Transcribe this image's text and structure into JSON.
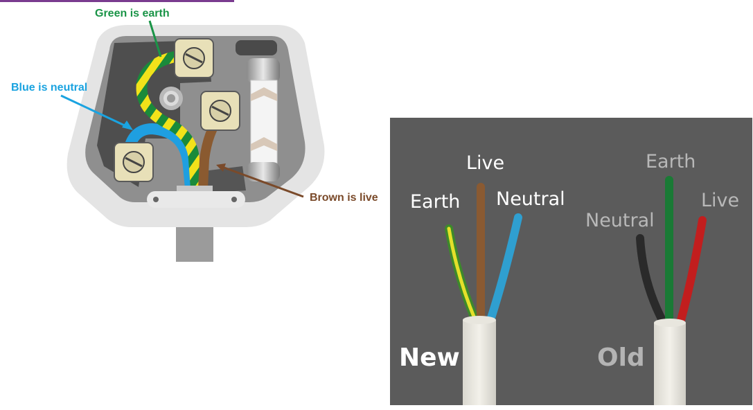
{
  "plug_diagram": {
    "labels": {
      "earth": "Green is earth",
      "neutral": "Blue is neutral",
      "live": "Brown is live"
    },
    "colors": {
      "earth_label": "#1a9447",
      "neutral_label": "#1aa3e0",
      "live_label": "#7a4a2a",
      "earth_wire_green": "#1a8a3a",
      "earth_wire_yellow": "#f2e21a",
      "neutral_wire": "#1f9fe0",
      "live_wire": "#8a5a30"
    }
  },
  "wire_colours_photo": {
    "new_panel": {
      "title": "New",
      "wires": [
        "Earth",
        "Live",
        "Neutral"
      ]
    },
    "old_panel": {
      "title": "Old",
      "wires": [
        "Neutral",
        "Earth",
        "Live"
      ]
    },
    "background": "#5b5b5b"
  }
}
